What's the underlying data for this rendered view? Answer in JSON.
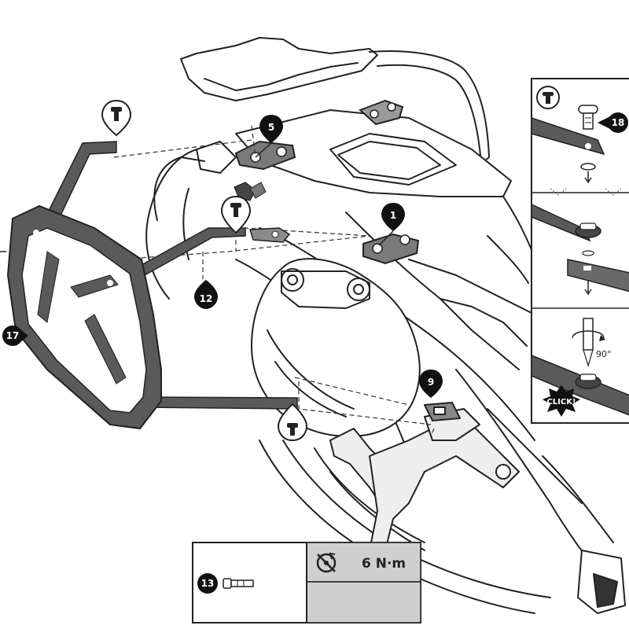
{
  "callouts": {
    "c1": "1",
    "c5": "5",
    "c9": "9",
    "c12": "12",
    "c13": "13",
    "c17": "17",
    "c18": "18"
  },
  "inset": {
    "angle_label": "90°",
    "click_label": "CLICK!"
  },
  "torque": {
    "value": "6 N·m",
    "icon": "torque-wrench-icon"
  },
  "colors": {
    "ink": "#222222",
    "frame_fill": "#5a5a5a",
    "panel_fill": "#cfcfcf",
    "paper": "#ffffff"
  }
}
